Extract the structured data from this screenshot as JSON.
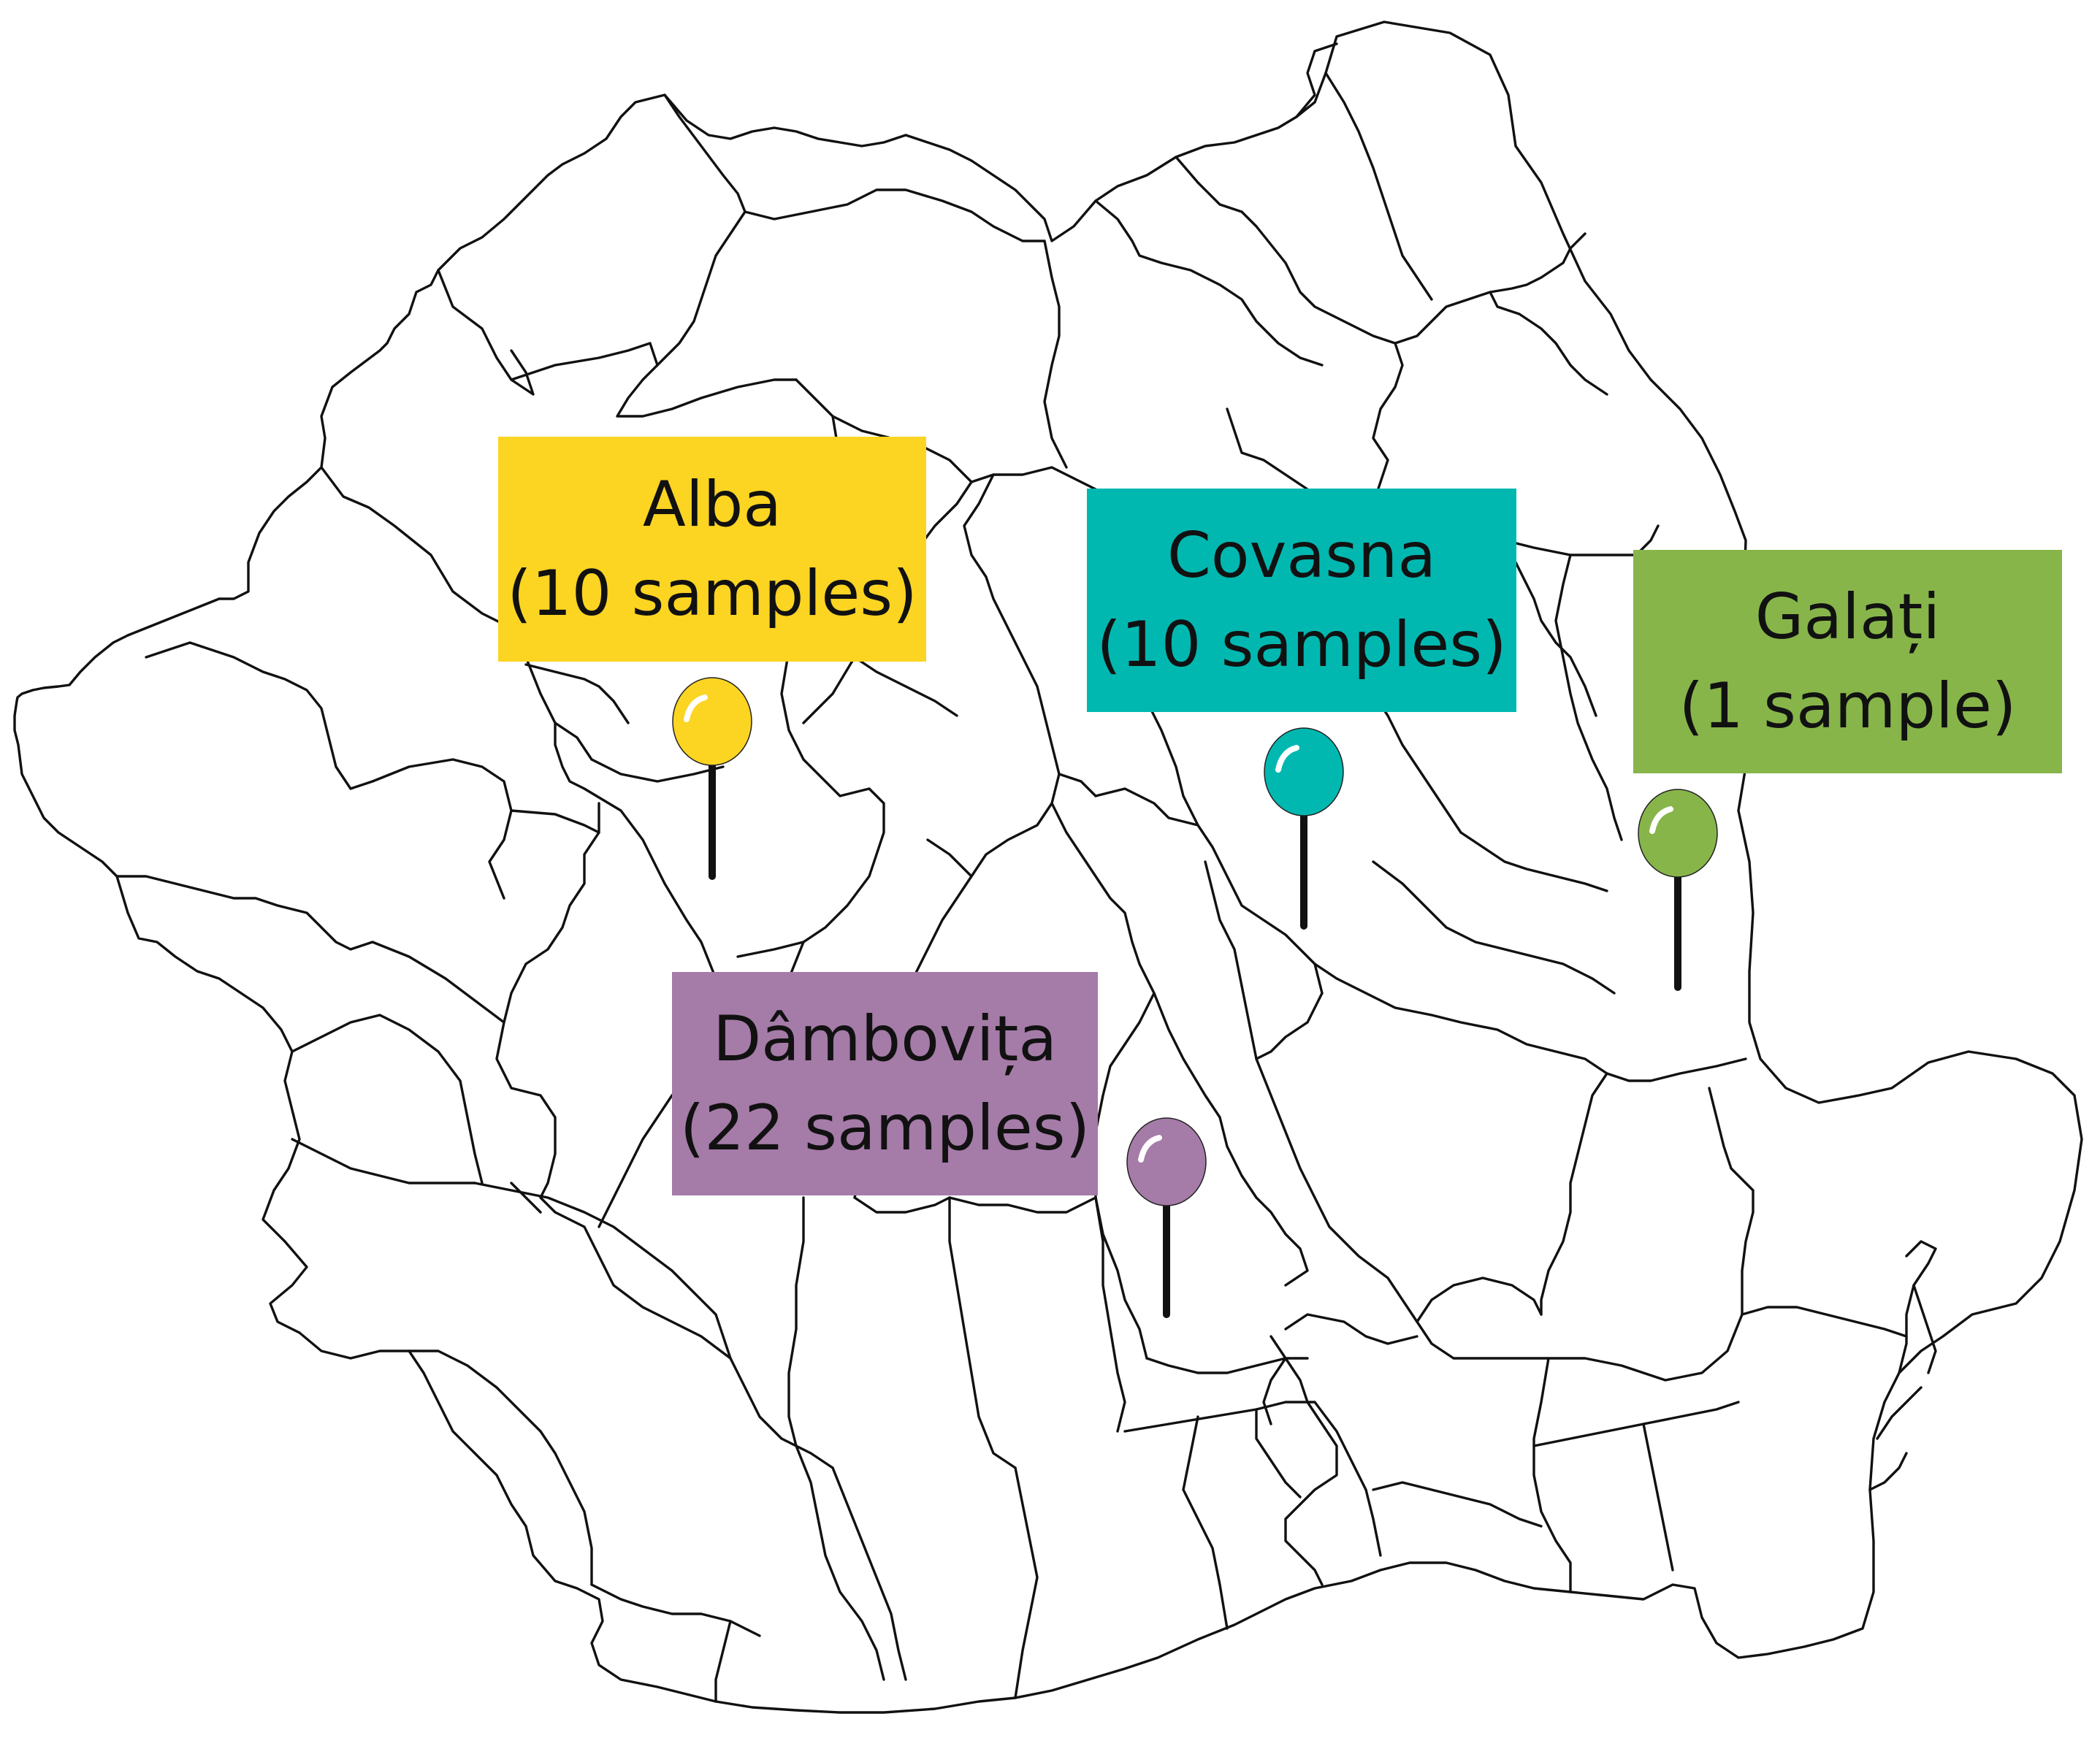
{
  "map": {
    "labels": [
      {
        "id": "alba",
        "name": "Alba",
        "detail": "(10 samples)",
        "color": "#fcd422"
      },
      {
        "id": "covasna",
        "name": "Covasna",
        "detail": "(10 samples)",
        "color": "#01b8b1"
      },
      {
        "id": "galati",
        "name": "Galați",
        "detail": "(1 sample)",
        "color": "#87b54a"
      },
      {
        "id": "dambovita",
        "name": "Dâmbovița",
        "detail": "(22 samples)",
        "color": "#a57ba8"
      }
    ],
    "pin_colors": {
      "alba": "#fcd422",
      "covasna": "#01b8b1",
      "galati": "#87b54a",
      "dambovita": "#a57ba8"
    },
    "outline_color": "#111111"
  }
}
